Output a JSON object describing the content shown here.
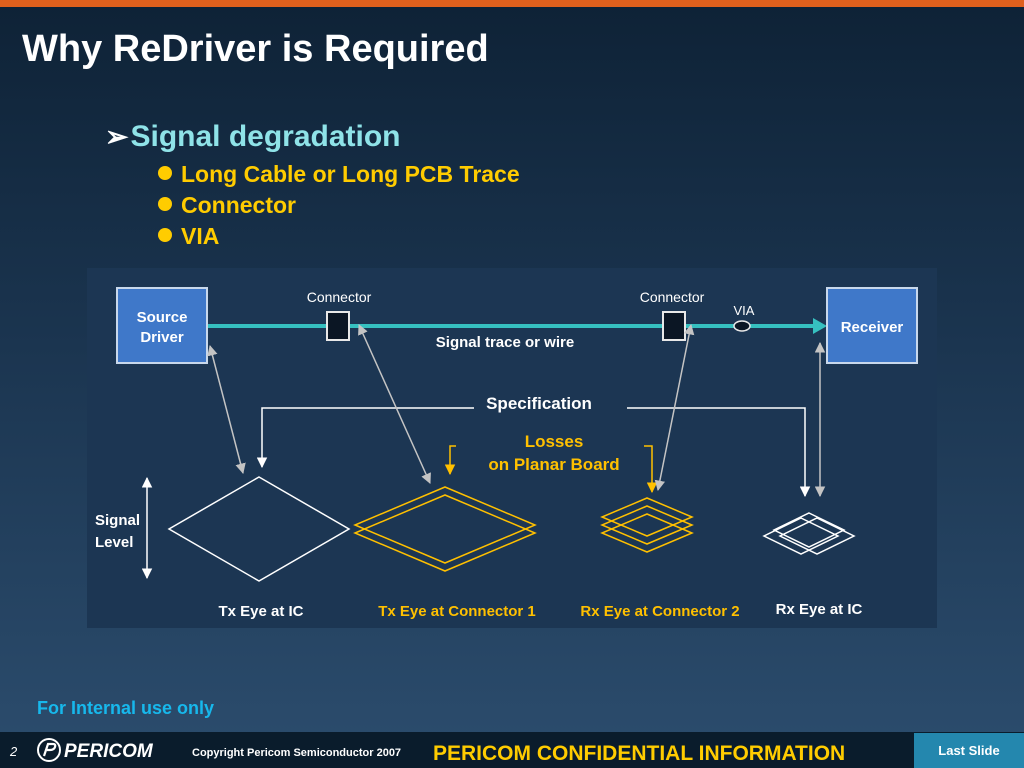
{
  "slide": {
    "title": "Why ReDriver is Required",
    "heading": "Signal degradation",
    "bullets": [
      "Long Cable or Long PCB Trace",
      "Connector",
      "VIA"
    ]
  },
  "diagram": {
    "source_driver": [
      "Source",
      "Driver"
    ],
    "receiver": "Receiver",
    "connector_label_1": "Connector",
    "connector_label_2": "Connector",
    "via_label": "VIA",
    "trace_label": "Signal trace or wire",
    "specification_label": "Specification",
    "losses_label": [
      "Losses",
      "on Planar Board"
    ],
    "signal_level_label": [
      "Signal",
      "Level"
    ],
    "eye_labels": [
      "Tx Eye at IC",
      "Tx Eye at Connector 1",
      "Rx Eye at Connector 2",
      "Rx Eye at IC"
    ],
    "colors": {
      "box_fill": "#3f78c9",
      "trace": "#36c0c0",
      "highlight": "#ffc000",
      "panel": "#1c3653"
    }
  },
  "footer": {
    "internal_note": "For Internal use only",
    "page_number": "2",
    "logo_text": "PERICOM",
    "copyright": "Copyright Pericom Semiconductor 2007",
    "confidential": "PERICOM CONFIDENTIAL INFORMATION",
    "last_slide": "Last Slide"
  }
}
